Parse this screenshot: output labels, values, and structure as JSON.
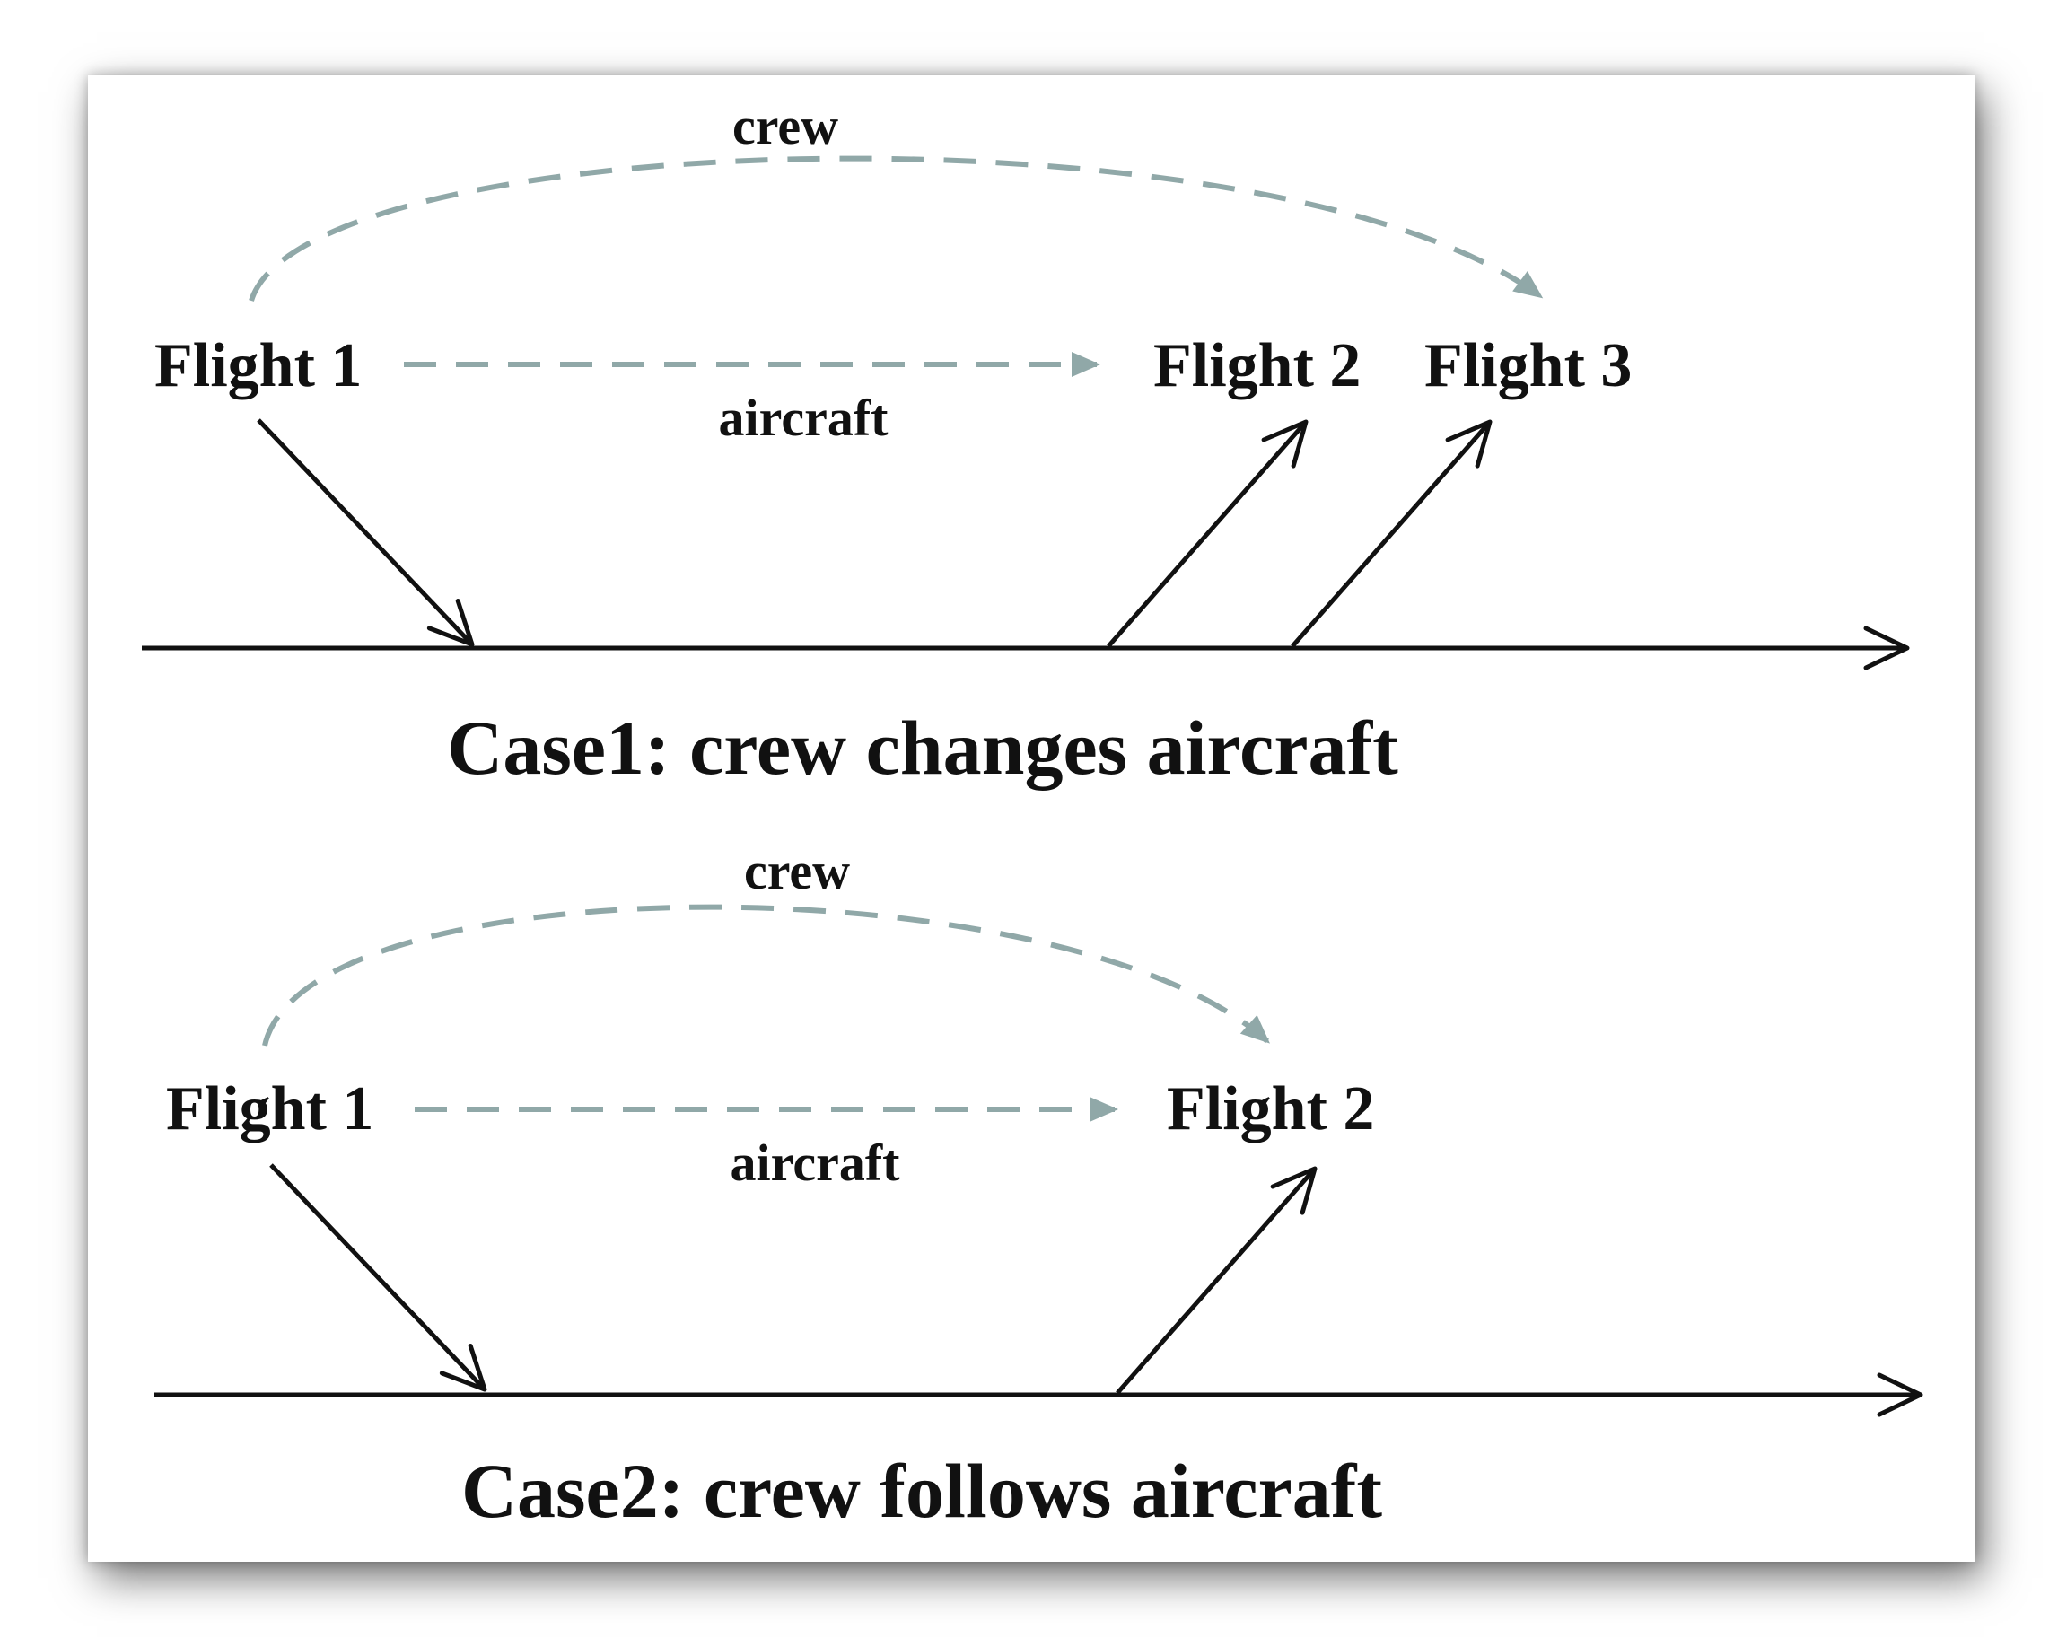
{
  "colors": {
    "solid_line": "#111111",
    "dashed_link": "#90a8a8",
    "card_background": "#ffffff"
  },
  "case1": {
    "caption": "Case1: crew changes aircraft",
    "flight1_label": "Flight 1",
    "flight2_label": "Flight 2",
    "flight3_label": "Flight 3",
    "crew_link_label": "crew",
    "aircraft_link_label": "aircraft"
  },
  "case2": {
    "caption": "Case2: crew follows aircraft",
    "flight1_label": "Flight 1",
    "flight2_label": "Flight 2",
    "crew_link_label": "crew",
    "aircraft_link_label": "aircraft"
  }
}
